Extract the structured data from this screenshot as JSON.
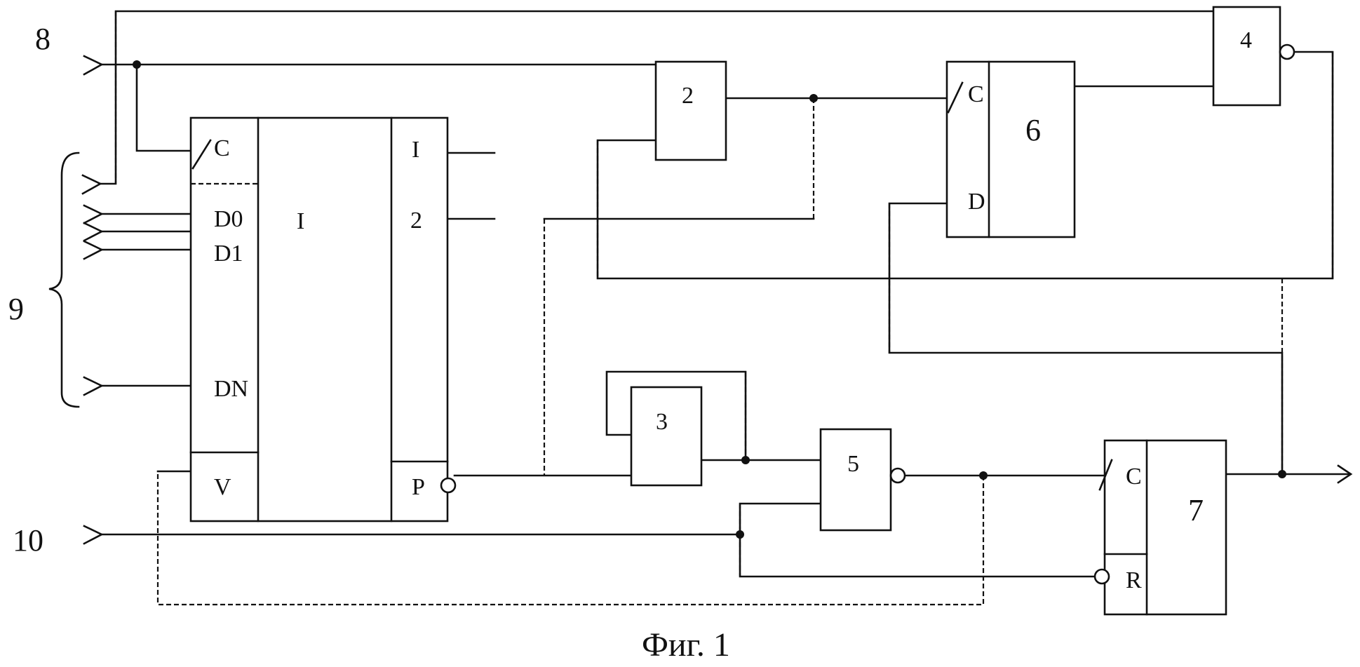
{
  "diagram": {
    "caption": "Фиг. 1",
    "inputs": {
      "in8": "8",
      "in9": "9",
      "in10": "10"
    },
    "block1": {
      "number": "I",
      "inputs": [
        "C",
        "D0",
        "D1",
        "DN",
        "V"
      ],
      "outputs": [
        "I",
        "2",
        "P"
      ]
    },
    "block2": {
      "number": "2"
    },
    "block3": {
      "number": "3"
    },
    "block4": {
      "number": "4"
    },
    "block5": {
      "number": "5"
    },
    "block6": {
      "number": "6",
      "inputs": [
        "C",
        "D"
      ]
    },
    "block7": {
      "number": "7",
      "inputs": [
        "C",
        "R"
      ]
    }
  }
}
